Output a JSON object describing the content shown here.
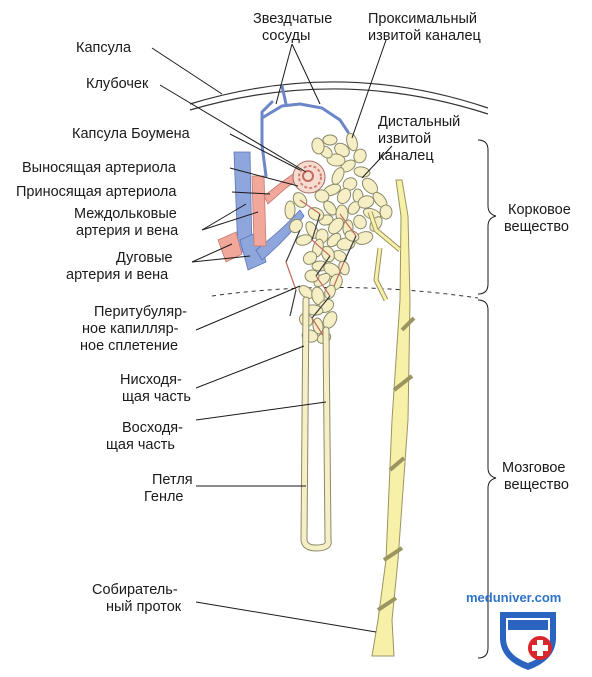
{
  "labels": {
    "stellate_vessels": [
      "Звездчатые",
      "сосуды"
    ],
    "proximal_tubule": [
      "Проксимальный",
      "извитой каналец"
    ],
    "capsule": "Капсула",
    "glomerulus": "Клубочек",
    "distal_tubule": [
      "Дистальный",
      "извитой",
      "каналец"
    ],
    "bowman_capsule": "Капсула Боумена",
    "efferent_arteriole": "Выносящая артериола",
    "afferent_arteriole": "Приносящая артериола",
    "interlobular": [
      "Междольковые",
      "артерия и вена"
    ],
    "cortex": [
      "Корковое",
      "вещество"
    ],
    "arcuate": [
      "Дуговые",
      "артерия и вена"
    ],
    "peritubular": [
      "Перитубуляр-",
      "ное капилляр-",
      "ное сплетение"
    ],
    "descending": [
      "Нисходя-",
      "щая часть"
    ],
    "ascending": [
      "Восходя-",
      "щая часть"
    ],
    "henle_loop": [
      "Петля",
      "Генле"
    ],
    "medulla": [
      "Мозговое",
      "вещество"
    ],
    "collecting_duct": [
      "Собиратель-",
      "ный проток"
    ]
  },
  "watermark": "meduniver.com",
  "colors": {
    "vein": "#8fa6dc",
    "artery": "#f1a79a",
    "tubule": "#f6efc6",
    "duct": "#f7f0a8",
    "outline": "#8a8a6a",
    "shield_blue": "#2b63c0",
    "shield_red": "#d9262b"
  }
}
